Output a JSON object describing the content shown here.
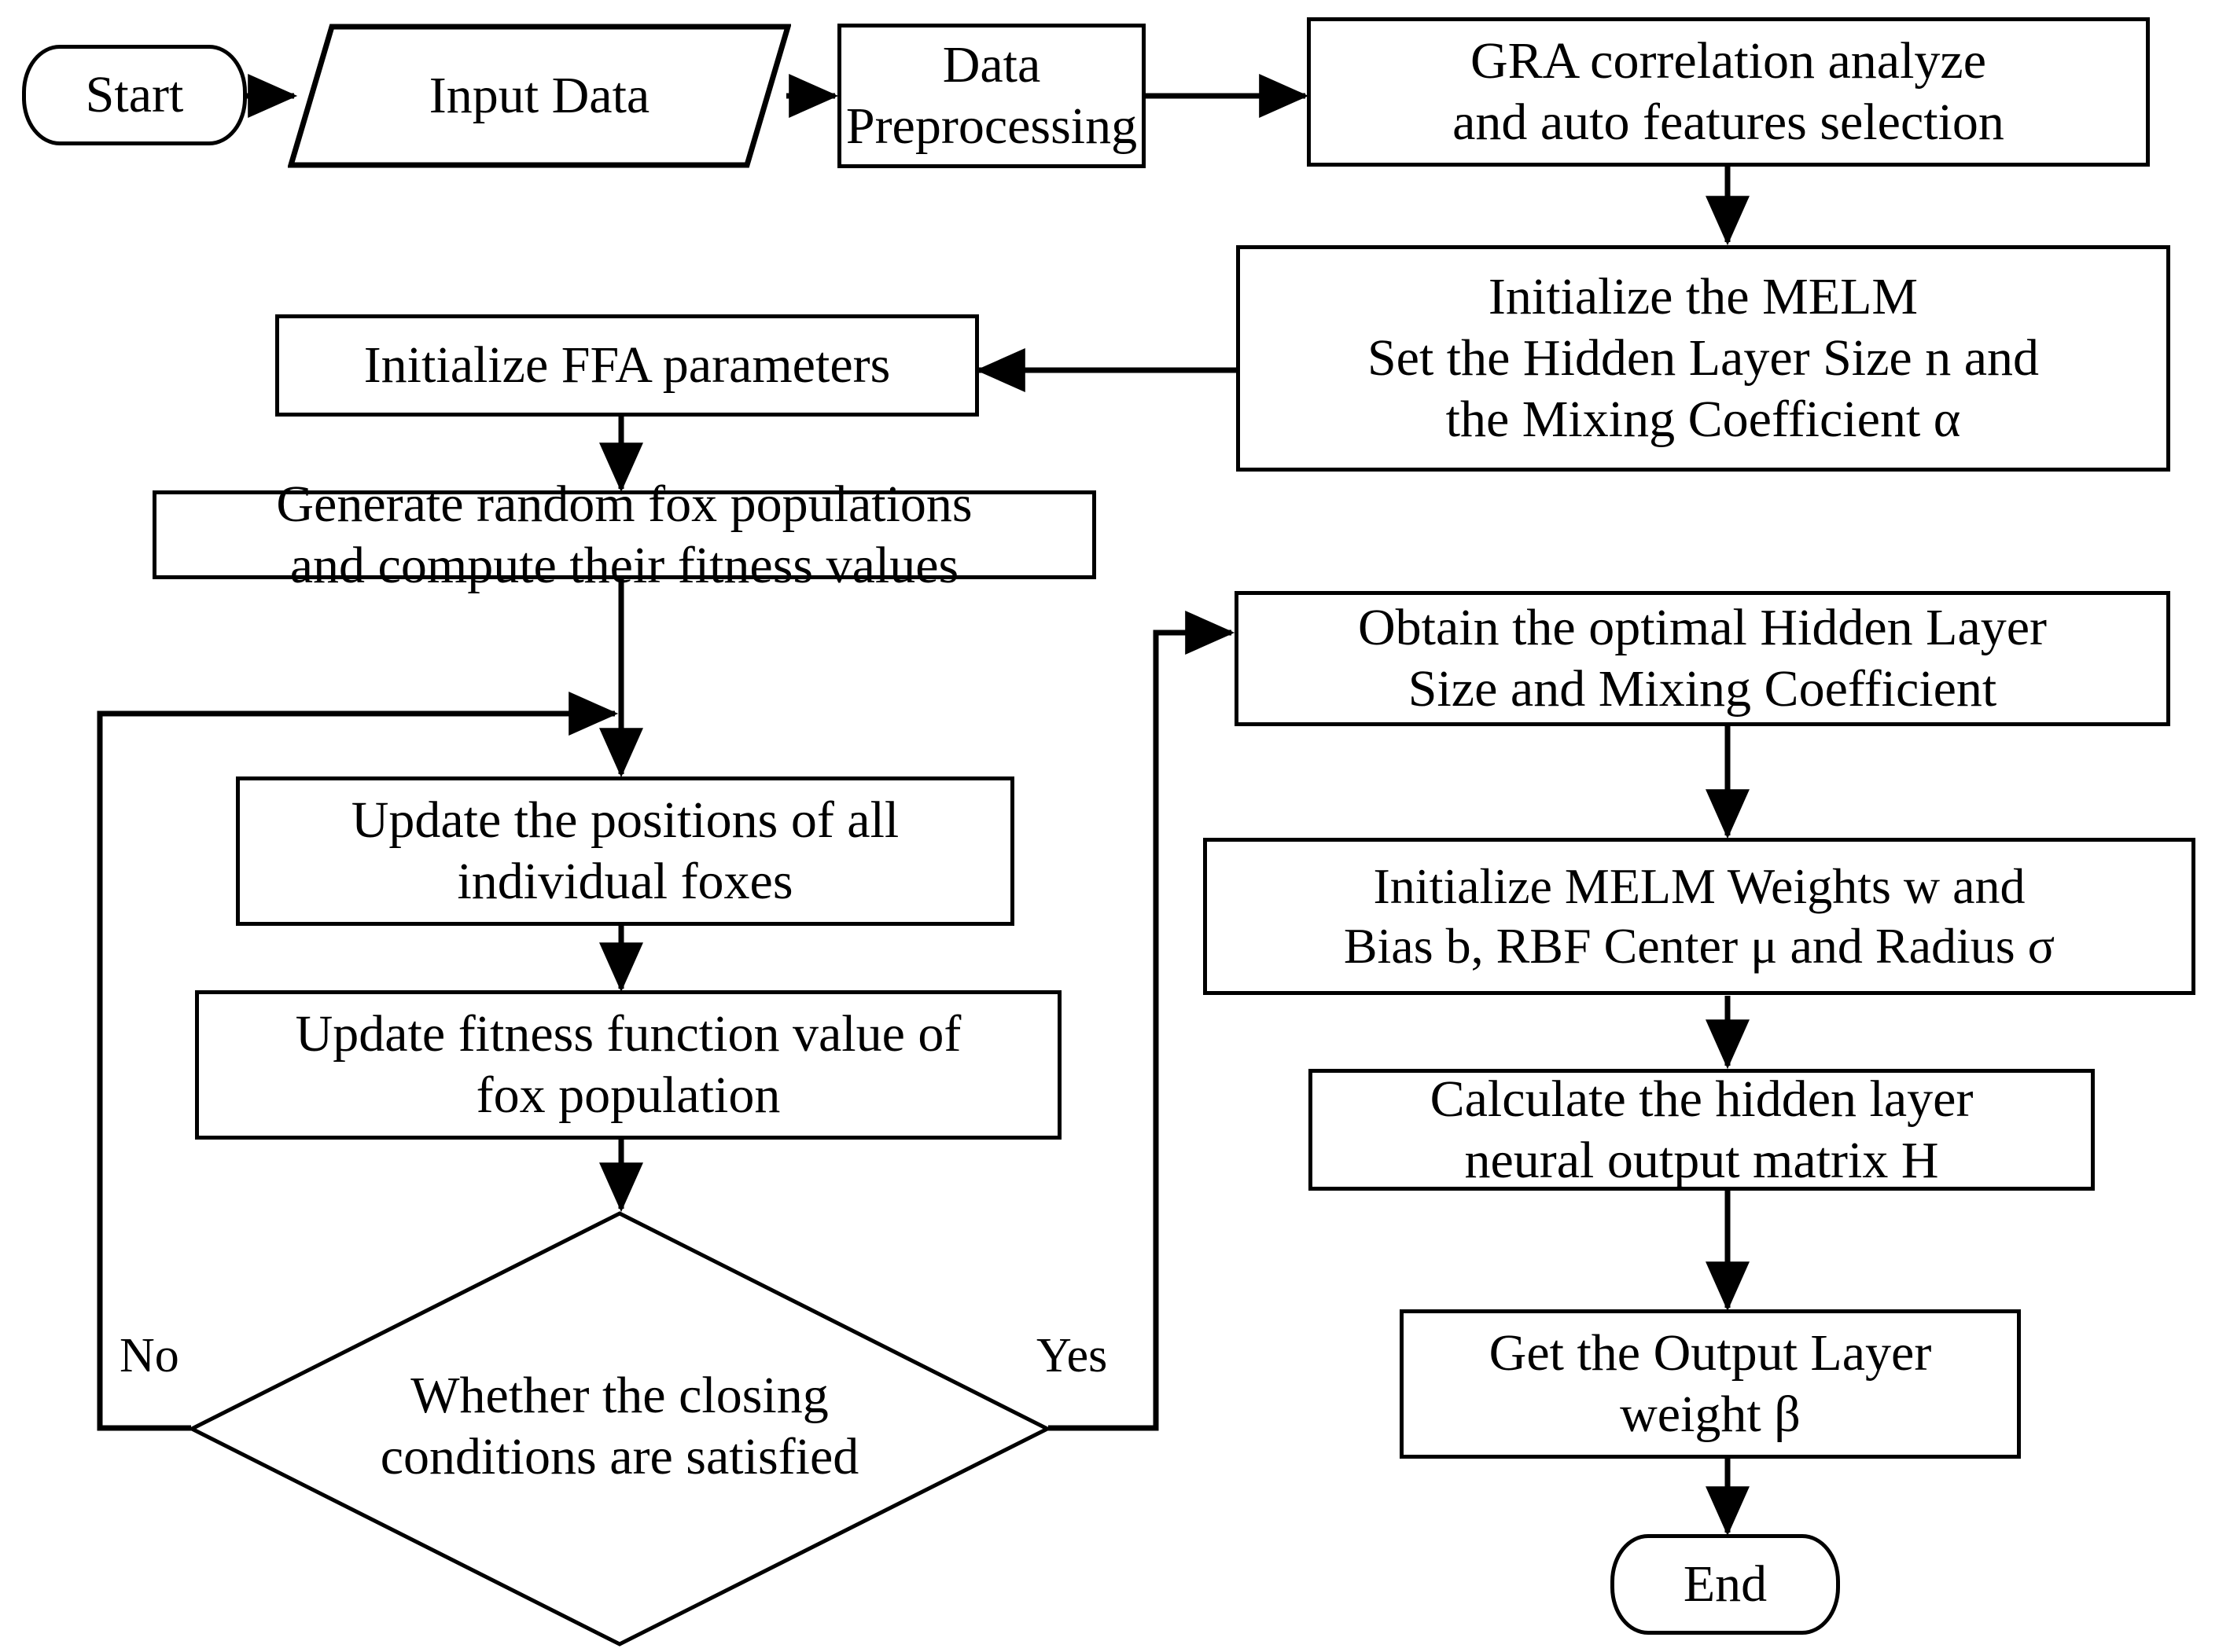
{
  "diagram": {
    "title": "FFA-MELM model training flowchart",
    "type": "flowchart",
    "stroke_color": "#000000",
    "fill_color": "#ffffff",
    "nodes": [
      {
        "id": "start",
        "shape": "terminator",
        "label": "Start"
      },
      {
        "id": "input",
        "shape": "parallelogram",
        "label": "Input Data"
      },
      {
        "id": "preproc",
        "shape": "process",
        "label": "Data\nPreprocessing"
      },
      {
        "id": "gra",
        "shape": "process",
        "label": "GRA correlation analyze\nand auto features selection"
      },
      {
        "id": "init_melm",
        "shape": "process",
        "label": "Initialize the MELM\nSet the Hidden Layer Size n and\nthe Mixing Coefficient  α"
      },
      {
        "id": "init_ffa",
        "shape": "process",
        "label": "Initialize FFA parameters"
      },
      {
        "id": "gen_fox",
        "shape": "process",
        "label": "Generate random fox populations\nand compute their fitness  values"
      },
      {
        "id": "upd_pos",
        "shape": "process",
        "label": "Update the positions of all\nindividual foxes"
      },
      {
        "id": "upd_fit",
        "shape": "process",
        "label": "Update fitness function value of\nfox population"
      },
      {
        "id": "decision",
        "shape": "diamond",
        "label": "Whether the closing\nconditions are satisfied"
      },
      {
        "id": "obtain",
        "shape": "process",
        "label": "Obtain the optimal Hidden Layer\nSize and Mixing Coefficient"
      },
      {
        "id": "init_w",
        "shape": "process",
        "label": "Initialize MELM Weights w and\nBias b, RBF Center  μ and Radius  σ"
      },
      {
        "id": "calc_h",
        "shape": "process",
        "label": "Calculate the hidden layer\nneural output matrix H"
      },
      {
        "id": "get_beta",
        "shape": "process",
        "label": "Get the Output Layer\nweight  β"
      },
      {
        "id": "end",
        "shape": "terminator",
        "label": "End"
      }
    ],
    "edge_labels": {
      "no": "No",
      "yes": "Yes"
    },
    "edges": [
      {
        "from": "start",
        "to": "input",
        "label": ""
      },
      {
        "from": "input",
        "to": "preproc",
        "label": ""
      },
      {
        "from": "preproc",
        "to": "gra",
        "label": ""
      },
      {
        "from": "gra",
        "to": "init_melm",
        "label": ""
      },
      {
        "from": "init_melm",
        "to": "init_ffa",
        "label": ""
      },
      {
        "from": "init_ffa",
        "to": "gen_fox",
        "label": ""
      },
      {
        "from": "gen_fox",
        "to": "upd_pos",
        "label": ""
      },
      {
        "from": "upd_pos",
        "to": "upd_fit",
        "label": ""
      },
      {
        "from": "upd_fit",
        "to": "decision",
        "label": ""
      },
      {
        "from": "decision",
        "to": "upd_pos",
        "label": "No"
      },
      {
        "from": "decision",
        "to": "obtain",
        "label": "Yes"
      },
      {
        "from": "obtain",
        "to": "init_w",
        "label": ""
      },
      {
        "from": "init_w",
        "to": "calc_h",
        "label": ""
      },
      {
        "from": "calc_h",
        "to": "get_beta",
        "label": ""
      },
      {
        "from": "get_beta",
        "to": "end",
        "label": ""
      }
    ]
  }
}
